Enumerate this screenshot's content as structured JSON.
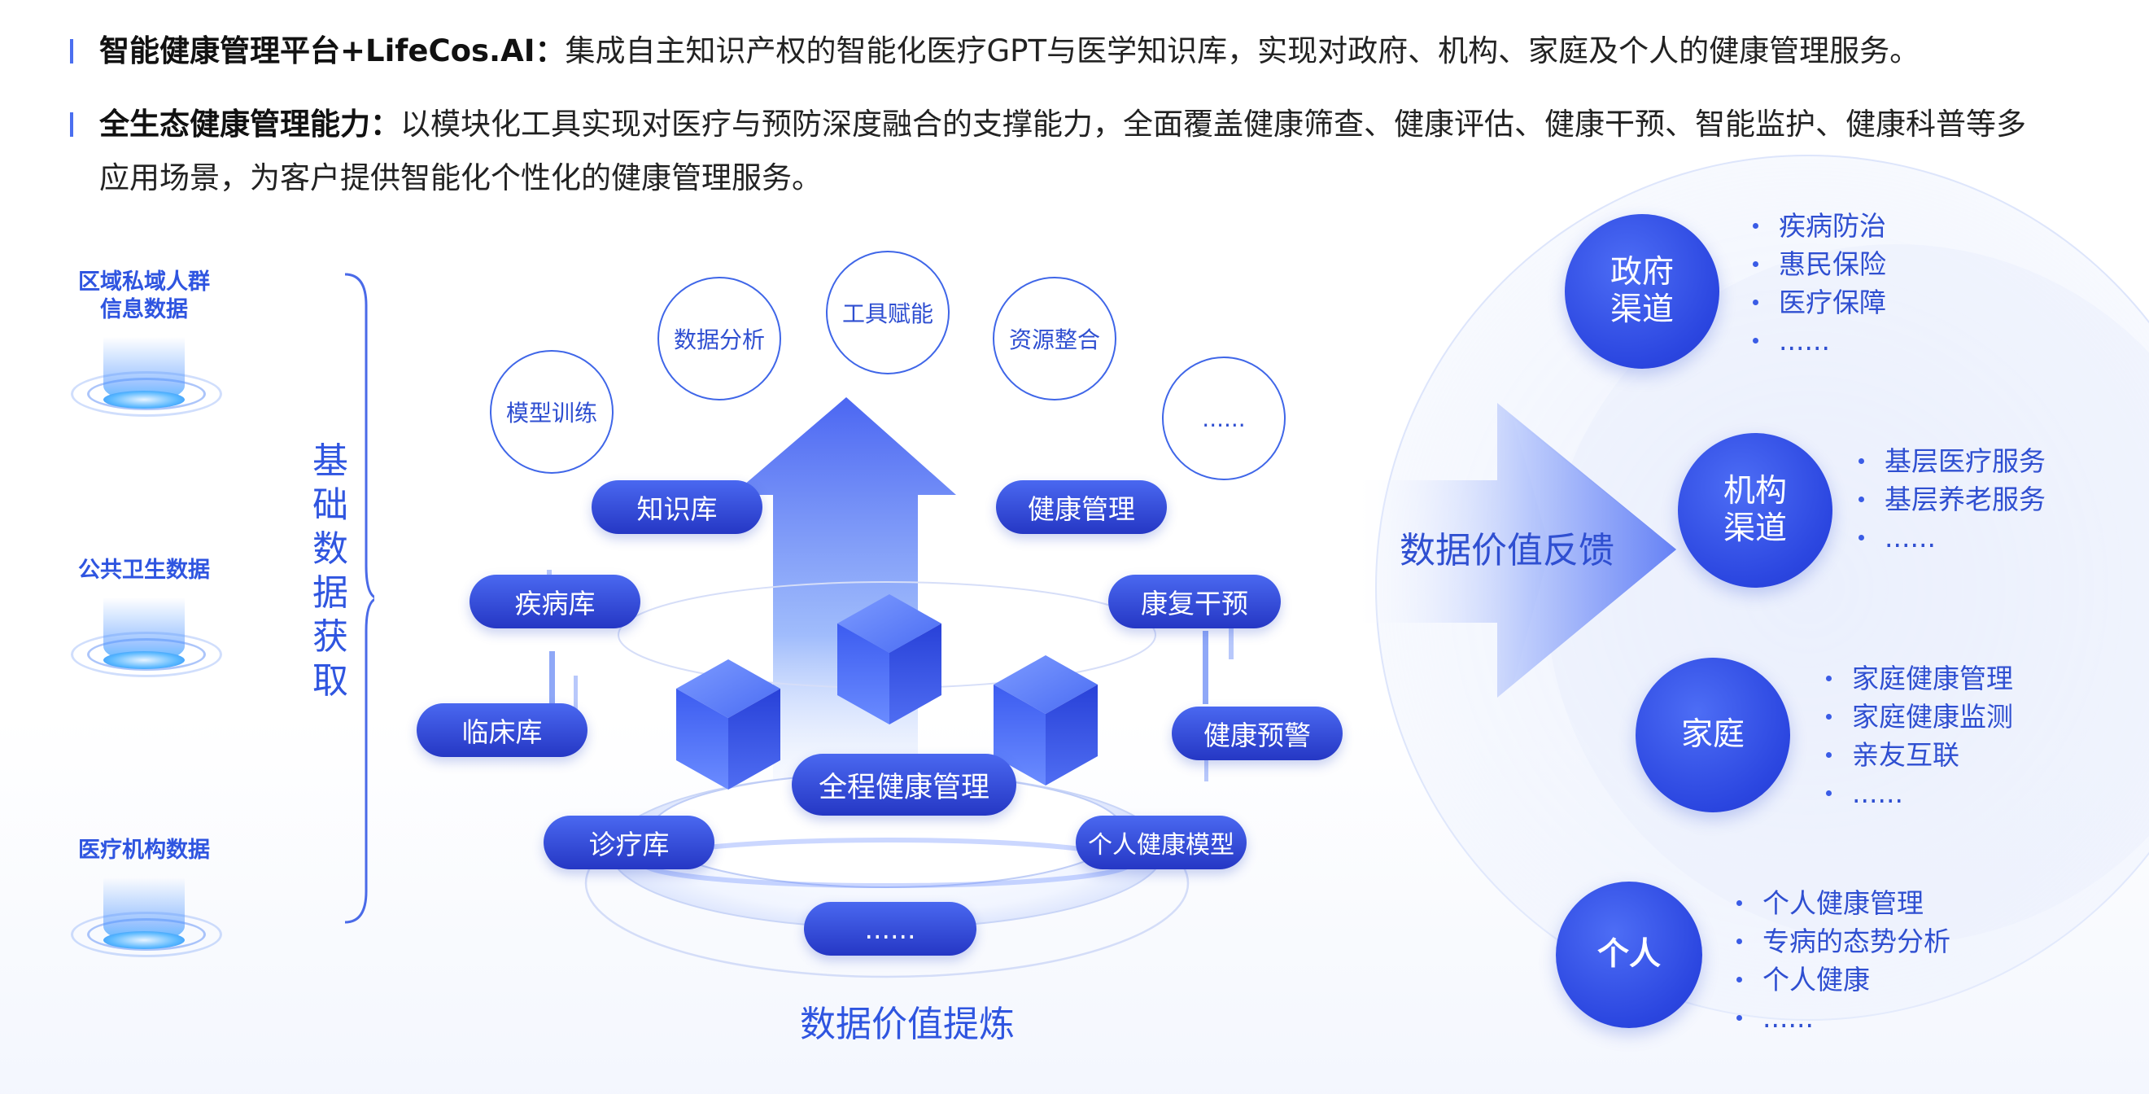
{
  "headline": {
    "line1_lead": "智能健康管理平台+LifeCos.AI：",
    "line1_text": "集成自主知识产权的智能化医疗GPT与医学知识库，实现对政府、机构、家庭及个人的健康管理服务。",
    "line2_lead": "全生态健康管理能力：",
    "line2_text": "以模块化工具实现对医疗与预防深度融合的支撑能力，全面覆盖健康筛查、健康评估、健康干预、智能监护、健康科普等多",
    "line2_cont": "应用场景，为客户提供智能化个性化的健康管理服务。"
  },
  "sources": [
    {
      "line1": "区域私域人群",
      "line2": "信息数据"
    },
    {
      "line1": "公共卫生数据",
      "line2": ""
    },
    {
      "line1": "医疗机构数据",
      "line2": ""
    }
  ],
  "vertical_label": "基础数据获取",
  "platform": {
    "circles": [
      "模型训练",
      "数据分析",
      "工具赋能",
      "资源整合",
      "......"
    ],
    "pills": [
      "知识库",
      "健康管理",
      "疾病库",
      "康复干预",
      "临床库",
      "健康预警",
      "全程健康管理",
      "诊疗库",
      "个人健康模型",
      "......"
    ],
    "caption": "数据价值提炼"
  },
  "feedback_label": "数据价值反馈",
  "channels": [
    {
      "name_line1": "政府",
      "name_line2": "渠道",
      "items": [
        "疾病防治",
        "惠民保险",
        "医疗保障",
        "......"
      ]
    },
    {
      "name_line1": "机构",
      "name_line2": "渠道",
      "items": [
        "基层医疗服务",
        "基层养老服务",
        "......"
      ]
    },
    {
      "name_line1": "家庭",
      "name_line2": "",
      "items": [
        "家庭健康管理",
        "家庭健康监测",
        "亲友互联",
        "......"
      ]
    },
    {
      "name_line1": "个人",
      "name_line2": "",
      "items": [
        "个人健康管理",
        "专病的态势分析",
        "个人健康",
        "......"
      ]
    }
  ],
  "colors": {
    "accent": "#2f55e0",
    "pill_top": "#4a68f0",
    "pill_bottom": "#2537c4",
    "circle_fill": "#2b46e0"
  }
}
